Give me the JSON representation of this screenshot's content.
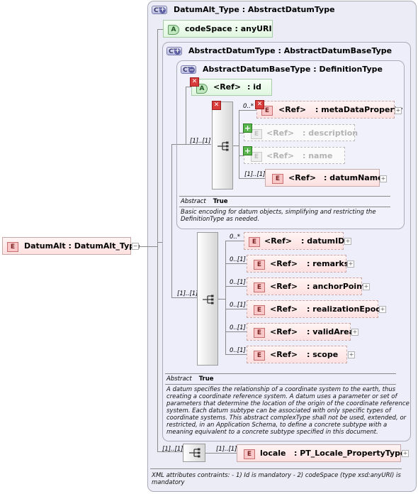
{
  "root_element": {
    "badge": "E",
    "name": "DatumAlt",
    "type": "DatumAlt_Type"
  },
  "datumalt_type": {
    "icon": "CT",
    "name": "DatumAlt_Type",
    "base": "AbstractDatumType"
  },
  "codespace": {
    "badge": "A",
    "name": "codeSpace",
    "type": "anyURI"
  },
  "abstract_datum_type": {
    "icon": "CT",
    "name": "AbstractDatumType",
    "base": "AbstractDatumBaseType",
    "abstract_label": "Abstract",
    "abstract_value": "True",
    "doc": [
      "A datum specifies the relationship of a coordinate system to the earth, thus",
      "creating a coordinate reference system. A datum uses a parameter or set of",
      "parameters that determine the location of the origin of the coordinate reference",
      "system. Each datum subtype can be associated with only specific types of",
      "coordinate systems. This abstract complexType shall not be used, extended, or",
      "restricted, in an Application Schema, to define a concrete subtype with a",
      "meaning equivalent to a concrete subtype specified in this document."
    ],
    "sequence_cardinality": "[1]..[1]",
    "elements": [
      {
        "card": "0..*",
        "badge": "E",
        "ref": "<Ref>",
        "name": ": datumID"
      },
      {
        "card": "0..[1]",
        "badge": "E",
        "ref": "<Ref>",
        "name": ": remarks"
      },
      {
        "card": "0..[1]",
        "badge": "E",
        "ref": "<Ref>",
        "name": ": anchorPoint"
      },
      {
        "card": "0..[1]",
        "badge": "E",
        "ref": "<Ref>",
        "name": ": realizationEpoch"
      },
      {
        "card": "0..[1]",
        "badge": "E",
        "ref": "<Ref>",
        "name": ": validArea"
      },
      {
        "card": "0..[1]",
        "badge": "E",
        "ref": "<Ref>",
        "name": ": scope"
      }
    ]
  },
  "abstract_datum_base_type": {
    "icon": "CT",
    "name": "AbstractDatumBaseType",
    "base": "DefinitionType",
    "id_attr": {
      "badge": "A",
      "ref": "<Ref>",
      "name": ": id"
    },
    "abstract_label": "Abstract",
    "abstract_value": "True",
    "doc": [
      "Basic encoding for datum objects, simplifying and restricting the",
      "DefinitionType as needed."
    ],
    "sequence_cardinality": "[1]..[1]",
    "elements": [
      {
        "card": "0..*",
        "badge": "E",
        "ref": "<Ref>",
        "name": ": metaDataProperty"
      },
      {
        "card": "",
        "badge": "E",
        "ref": "<Ref>",
        "name": ": description"
      },
      {
        "card": "",
        "badge": "E",
        "ref": "<Ref>",
        "name": ": name"
      },
      {
        "card": "[1]..[1]",
        "badge": "E",
        "ref": "<Ref>",
        "name": ": datumName"
      }
    ]
  },
  "locale": {
    "seq_card": "[1]..[1]",
    "card": "[1]..[1]",
    "badge": "E",
    "name": "locale",
    "type": ": PT_Locale_PropertyType"
  },
  "footer": [
    "XML attributes contraints: - 1) Id is mandatory - 2) codeSpace (type xsd:anyURI) is",
    "mandatory"
  ],
  "icons": [
    "complex-type-icon",
    "sequence-icon",
    "prohibited-icon",
    "added-icon",
    "expand-icon"
  ]
}
